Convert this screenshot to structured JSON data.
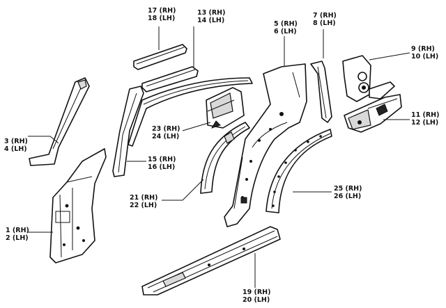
{
  "labels": {
    "p1": [
      "1 (RH)",
      "2 (LH)"
    ],
    "p3": [
      "3 (RH)",
      "4 (LH)"
    ],
    "p5": [
      "5 (RH)",
      "6 (LH)"
    ],
    "p7": [
      "7 (RH)",
      "8 (LH)"
    ],
    "p9": [
      "9 (RH)",
      "10 (LH)"
    ],
    "p11": [
      "11 (RH)",
      "12 (LH)"
    ],
    "p13": [
      "13 (RH)",
      "14 (LH)"
    ],
    "p15": [
      "15 (RH)",
      "16 (LH)"
    ],
    "p17": [
      "17 (RH)",
      "18 (LH)"
    ],
    "p19": [
      "19 (RH)",
      "20 (LH)"
    ],
    "p21": [
      "21 (RH)",
      "22 (LH)"
    ],
    "p23": [
      "23 (RH)",
      "24 (LH)"
    ],
    "p25": [
      "25 (RH)",
      "26 (LH)"
    ]
  }
}
